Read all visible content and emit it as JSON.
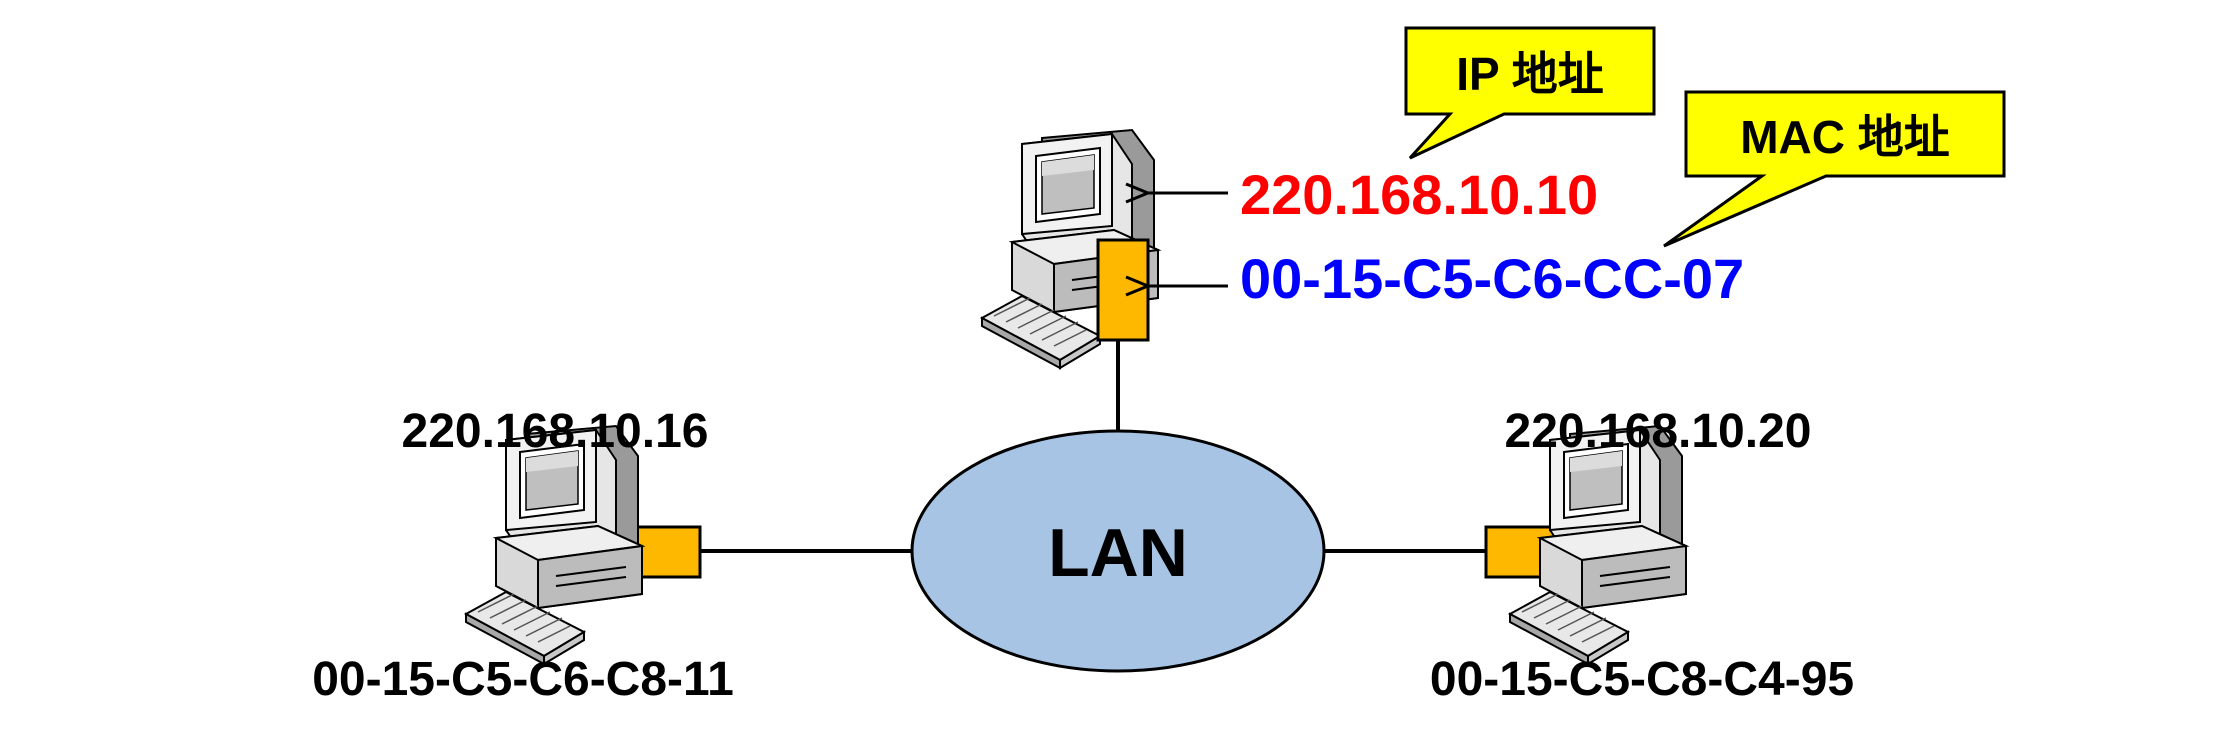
{
  "callouts": {
    "ip": "IP 地址",
    "mac": "MAC 地址"
  },
  "network": {
    "label": "LAN"
  },
  "hosts": {
    "top": {
      "ip": "220.168.10.10",
      "mac": "00-15-C5-C6-CC-07"
    },
    "left": {
      "ip": "220.168.10.16",
      "mac": "00-15-C5-C6-C8-11"
    },
    "right": {
      "ip": "220.168.10.20",
      "mac": "00-15-C5-C8-C4-95"
    }
  },
  "colors": {
    "ip_highlight": "#ff0000",
    "mac_highlight": "#0000ff",
    "callout_fill": "#ffff00",
    "nic_fill": "#ffb800",
    "lan_fill": "#a7c4e4",
    "label": "#000000"
  },
  "icons": {
    "computer": "desktop-computer-icon",
    "nic": "network-card-icon"
  }
}
